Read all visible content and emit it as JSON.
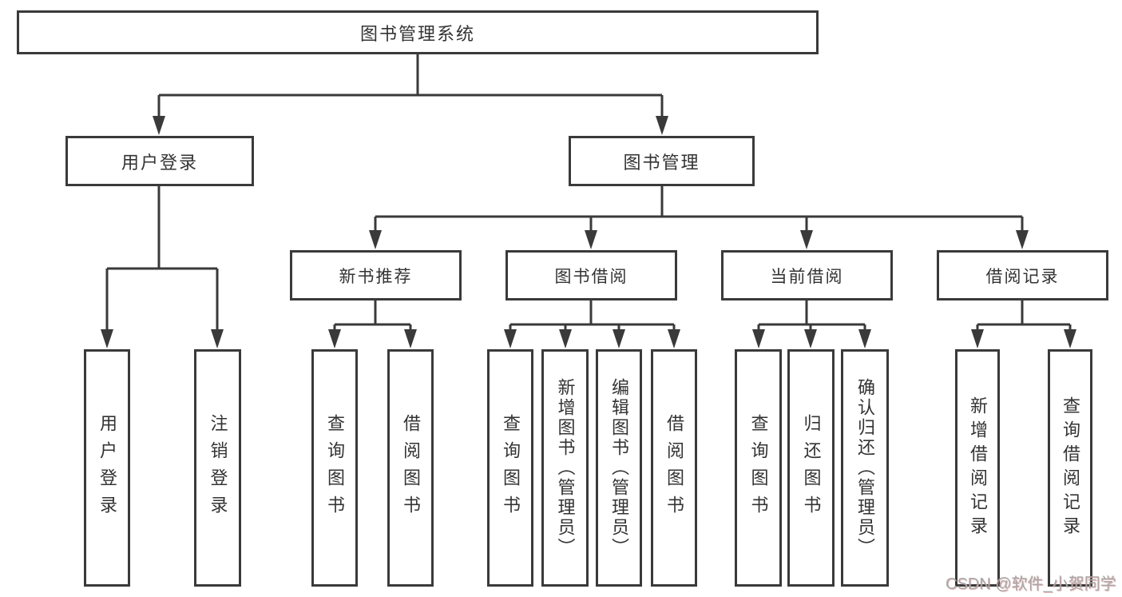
{
  "diagram": {
    "title": "图书管理系统",
    "colors": {
      "line": "#3a3a3a",
      "text": "#333333",
      "background": "#ffffff",
      "watermark": "#a8a8a8"
    },
    "tree": {
      "root": {
        "label": "图书管理系统"
      },
      "level1": [
        {
          "label": "用户登录",
          "parent": "图书管理系统"
        },
        {
          "label": "图书管理",
          "parent": "图书管理系统"
        }
      ],
      "level2": [
        {
          "label": "新书推荐",
          "parent": "图书管理"
        },
        {
          "label": "图书借阅",
          "parent": "图书管理"
        },
        {
          "label": "当前借阅",
          "parent": "图书管理"
        },
        {
          "label": "借阅记录",
          "parent": "图书管理"
        }
      ],
      "level3": [
        {
          "label": "用户登录",
          "parent": "用户登录"
        },
        {
          "label": "注销登录",
          "parent": "用户登录"
        },
        {
          "label": "查询图书",
          "parent": "新书推荐"
        },
        {
          "label": "借阅图书",
          "parent": "新书推荐"
        },
        {
          "label": "查询图书",
          "parent": "图书借阅"
        },
        {
          "label": "新增图书（管理员）",
          "parent": "图书借阅"
        },
        {
          "label": "编辑图书（管理员）",
          "parent": "图书借阅"
        },
        {
          "label": "借阅图书",
          "parent": "图书借阅"
        },
        {
          "label": "查询图书",
          "parent": "当前借阅"
        },
        {
          "label": "归还图书",
          "parent": "当前借阅"
        },
        {
          "label": "确认归还（管理员）",
          "parent": "当前借阅"
        },
        {
          "label": "新增借阅记录",
          "parent": "借阅记录"
        },
        {
          "label": "查询借阅记录",
          "parent": "借阅记录"
        }
      ]
    },
    "watermark": {
      "text": "CSDN @软件_小贺同学"
    }
  }
}
